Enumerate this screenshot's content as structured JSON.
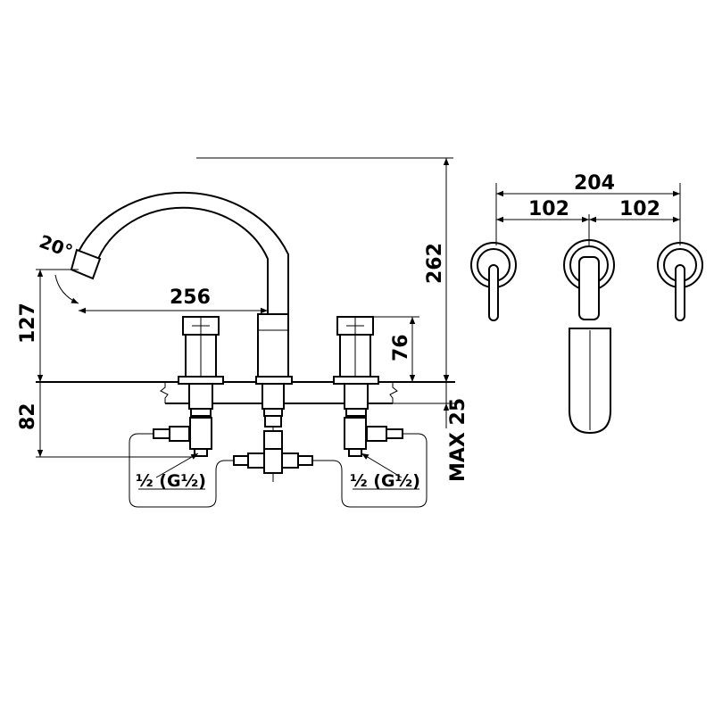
{
  "drawing": {
    "angle_label": "20°",
    "spout_reach": "256",
    "spout_height": "127",
    "below_deck": "82",
    "handle_height": "76",
    "total_height": "262",
    "max_deck": "MAX 25",
    "total_width": "204",
    "spacing_left": "102",
    "spacing_right": "102",
    "connection_left": "½ (G½)",
    "connection_right": "½ (G½)"
  },
  "colors": {
    "line": "#000000",
    "background": "#ffffff"
  }
}
